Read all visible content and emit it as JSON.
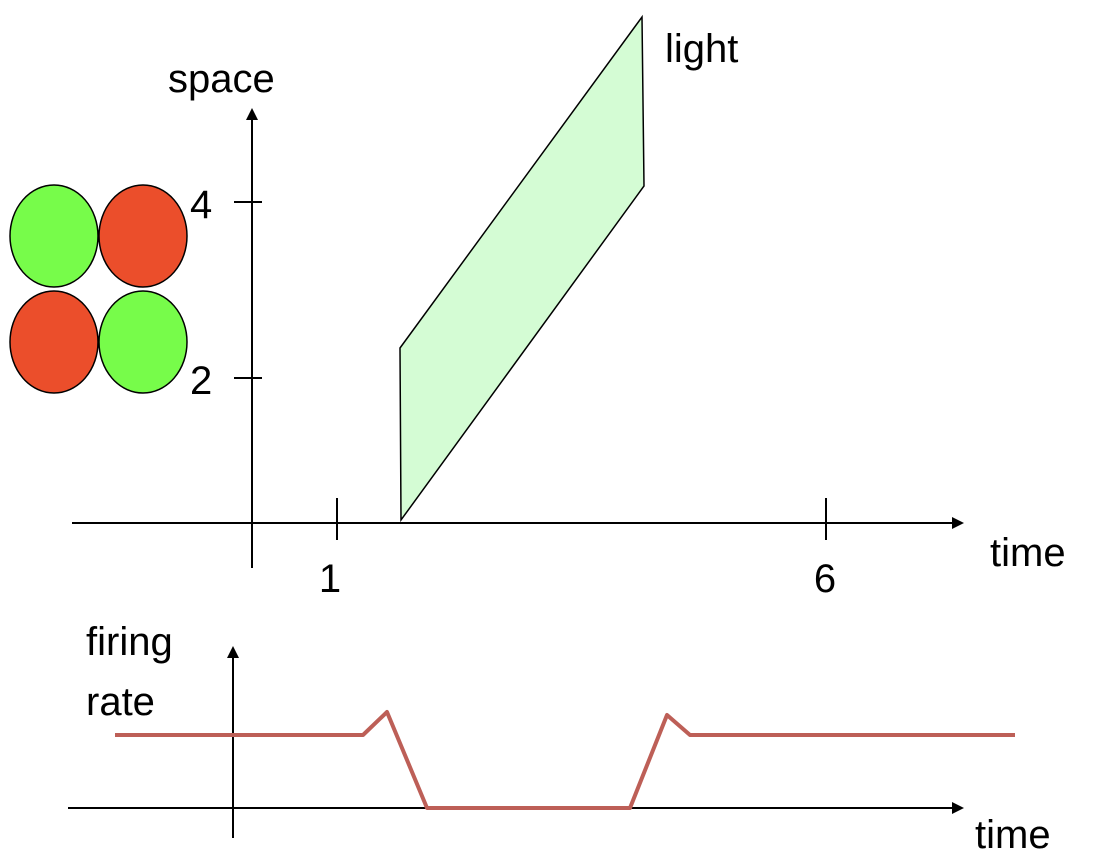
{
  "top_plot": {
    "y_axis_label": "space",
    "x_axis_label": "time",
    "x_ticks": [
      "1",
      "6"
    ],
    "y_ticks": [
      "2",
      "4"
    ],
    "stimulus_label": "light",
    "stimulus_fill": "#d4fcd4",
    "receptive_field": {
      "on_color": "#77fc4a",
      "off_color": "#eb4e2b",
      "layout": [
        [
          "on",
          "off"
        ],
        [
          "off",
          "on"
        ]
      ]
    }
  },
  "bottom_plot": {
    "y_axis_label_line1": "firing",
    "y_axis_label_line2": "rate",
    "x_axis_label": "time",
    "trace_color": "#bd5f57"
  }
}
